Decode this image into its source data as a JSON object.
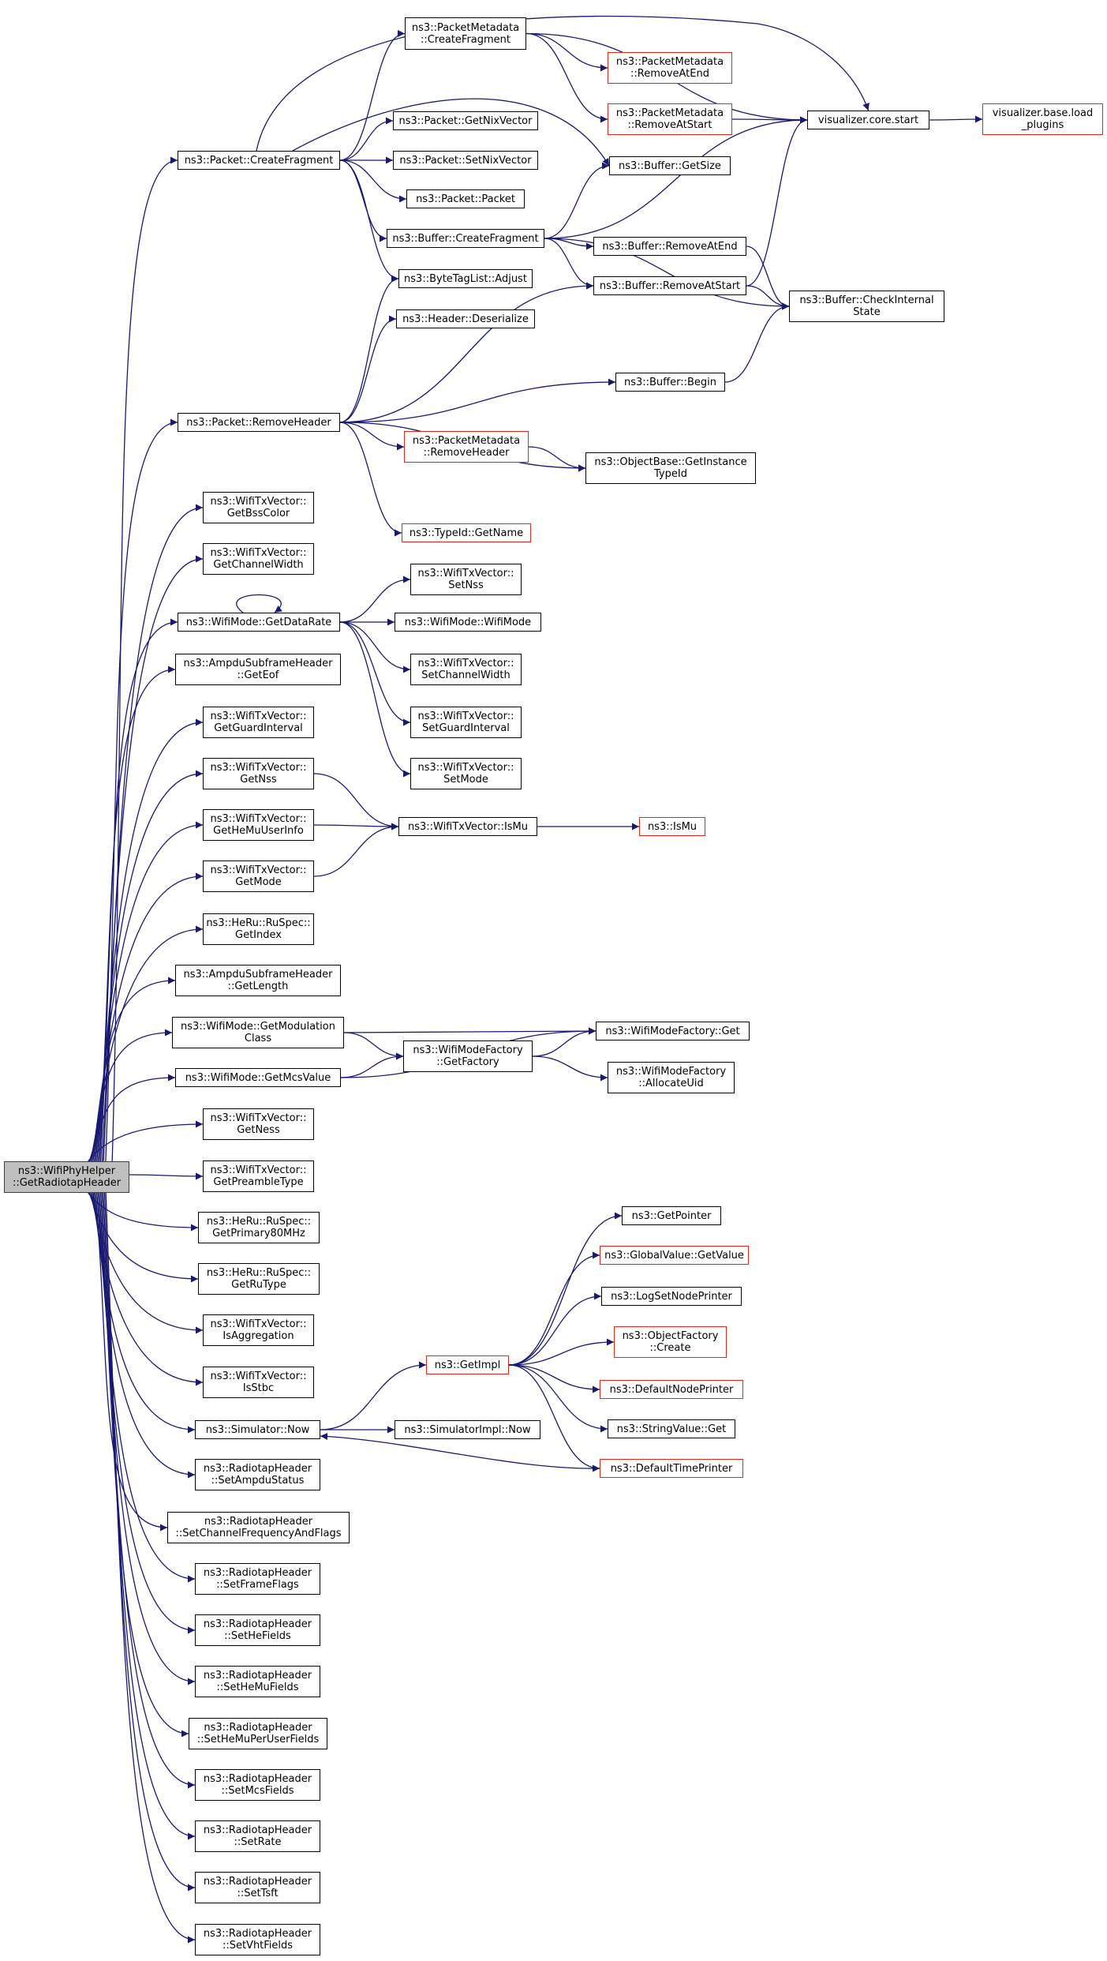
{
  "colors": {
    "edge": "#191970",
    "node_border": "#000000",
    "truncated_border": "#e8271c",
    "root_fill": "#bfbfbf"
  },
  "nodes": {
    "root": [
      "ns3::WifiPhyHelper",
      "::GetRadiotapHeader"
    ],
    "pkt_cf": [
      "ns3::Packet::CreateFragment"
    ],
    "pkt_rh": [
      "ns3::Packet::RemoveHeader"
    ],
    "txv_bss": [
      "ns3::WifiTxVector::",
      "GetBssColor"
    ],
    "txv_cw": [
      "ns3::WifiTxVector::",
      "GetChannelWidth"
    ],
    "wm_gdr": [
      "ns3::WifiMode::GetDataRate"
    ],
    "ampdu_eof": [
      "ns3::AmpduSubframeHeader",
      "::GetEof"
    ],
    "txv_gi": [
      "ns3::WifiTxVector::",
      "GetGuardInterval"
    ],
    "txv_nss": [
      "ns3::WifiTxVector::",
      "GetNss"
    ],
    "txv_hemu": [
      "ns3::WifiTxVector::",
      "GetHeMuUserInfo"
    ],
    "txv_mode": [
      "ns3::WifiTxVector::",
      "GetMode"
    ],
    "heru_idx": [
      "ns3::HeRu::RuSpec::",
      "GetIndex"
    ],
    "ampdu_len": [
      "ns3::AmpduSubframeHeader",
      "::GetLength"
    ],
    "wm_gmc": [
      "ns3::WifiMode::GetModulation",
      "Class"
    ],
    "wm_gmv": [
      "ns3::WifiMode::GetMcsValue"
    ],
    "txv_ness": [
      "ns3::WifiTxVector::",
      "GetNess"
    ],
    "txv_pre": [
      "ns3::WifiTxVector::",
      "GetPreambleType"
    ],
    "heru_p80": [
      "ns3::HeRu::RuSpec::",
      "GetPrimary80MHz"
    ],
    "heru_rut": [
      "ns3::HeRu::RuSpec::",
      "GetRuType"
    ],
    "txv_agg": [
      "ns3::WifiTxVector::",
      "IsAggregation"
    ],
    "txv_stbc": [
      "ns3::WifiTxVector::",
      "IsStbc"
    ],
    "sim_now": [
      "ns3::Simulator::Now"
    ],
    "rt_ampdu": [
      "ns3::RadiotapHeader",
      "::SetAmpduStatus"
    ],
    "rt_chan": [
      "ns3::RadiotapHeader",
      "::SetChannelFrequencyAndFlags"
    ],
    "rt_frame": [
      "ns3::RadiotapHeader",
      "::SetFrameFlags"
    ],
    "rt_he": [
      "ns3::RadiotapHeader",
      "::SetHeFields"
    ],
    "rt_hemu": [
      "ns3::RadiotapHeader",
      "::SetHeMuFields"
    ],
    "rt_hemupu": [
      "ns3::RadiotapHeader",
      "::SetHeMuPerUserFields"
    ],
    "rt_mcs": [
      "ns3::RadiotapHeader",
      "::SetMcsFields"
    ],
    "rt_rate": [
      "ns3::RadiotapHeader",
      "::SetRate"
    ],
    "rt_tsft": [
      "ns3::RadiotapHeader",
      "::SetTsft"
    ],
    "rt_vht": [
      "ns3::RadiotapHeader",
      "::SetVhtFields"
    ],
    "pm_cf": [
      "ns3::PacketMetadata",
      "::CreateFragment"
    ],
    "pkt_gnv": [
      "ns3::Packet::GetNixVector"
    ],
    "pkt_snv": [
      "ns3::Packet::SetNixVector"
    ],
    "pkt_pkt": [
      "ns3::Packet::Packet"
    ],
    "buf_cf": [
      "ns3::Buffer::CreateFragment"
    ],
    "btl_adj": [
      "ns3::ByteTagList::Adjust"
    ],
    "hdr_des": [
      "ns3::Header::Deserialize"
    ],
    "pm_rae": [
      "ns3::PacketMetadata",
      "::RemoveAtEnd"
    ],
    "pm_ras": [
      "ns3::PacketMetadata",
      "::RemoveAtStart"
    ],
    "buf_gs": [
      "ns3::Buffer::GetSize"
    ],
    "buf_rae": [
      "ns3::Buffer::RemoveAtEnd"
    ],
    "buf_ras": [
      "ns3::Buffer::RemoveAtStart"
    ],
    "buf_begin": [
      "ns3::Buffer::Begin"
    ],
    "pm_rh": [
      "ns3::PacketMetadata",
      "::RemoveHeader"
    ],
    "ob_git": [
      "ns3::ObjectBase::GetInstance",
      "TypeId"
    ],
    "tid_gn": [
      "ns3::TypeId::GetName"
    ],
    "vis_start": [
      "visualizer.core.start"
    ],
    "vis_load": [
      "visualizer.base.load",
      "_plugins"
    ],
    "buf_cis": [
      "ns3::Buffer::CheckInternal",
      "State"
    ],
    "txv_setnss": [
      "ns3::WifiTxVector::",
      "SetNss"
    ],
    "wm_wm": [
      "ns3::WifiMode::WifiMode"
    ],
    "txv_setcw": [
      "ns3::WifiTxVector::",
      "SetChannelWidth"
    ],
    "txv_setgi": [
      "ns3::WifiTxVector::",
      "SetGuardInterval"
    ],
    "txv_setmode": [
      "ns3::WifiTxVector::",
      "SetMode"
    ],
    "txv_ismu": [
      "ns3::WifiTxVector::IsMu"
    ],
    "ismu": [
      "ns3::IsMu"
    ],
    "wmf_gf": [
      "ns3::WifiModeFactory",
      "::GetFactory"
    ],
    "wmf_get": [
      "ns3::WifiModeFactory::Get"
    ],
    "wmf_au": [
      "ns3::WifiModeFactory",
      "::AllocateUid"
    ],
    "getimpl": [
      "ns3::GetImpl"
    ],
    "simimpl_now": [
      "ns3::SimulatorImpl::Now"
    ],
    "getpointer": [
      "ns3::GetPointer"
    ],
    "gv_gv": [
      "ns3::GlobalValue::GetValue"
    ],
    "lsnp": [
      "ns3::LogSetNodePrinter"
    ],
    "of_create": [
      "ns3::ObjectFactory",
      "::Create"
    ],
    "dnp": [
      "ns3::DefaultNodePrinter"
    ],
    "sv_get": [
      "ns3::StringValue::Get"
    ],
    "dtp": [
      "ns3::DefaultTimePrinter"
    ]
  }
}
